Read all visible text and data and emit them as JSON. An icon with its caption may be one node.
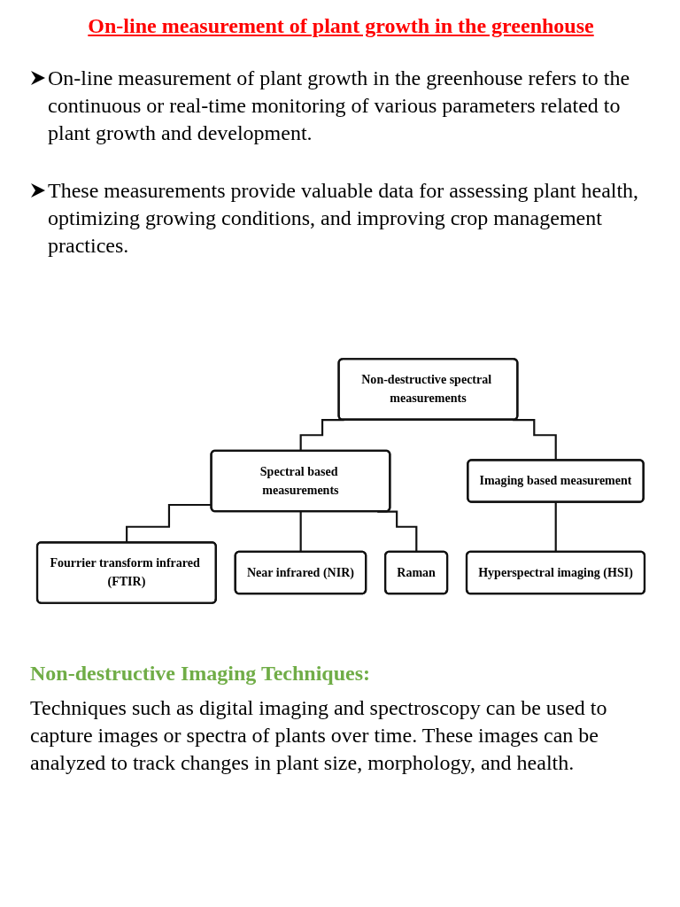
{
  "diagram": {
    "title": "On-line measurement of plant growth in the greenhouse",
    "nodes": [
      {
        "text": [
          "Non-destructive spectral measurements"
        ]
      },
      {
        "text": [
          "Spectral based measurements"
        ]
      },
      {
        "text": [
          "Imaging based measurement"
        ]
      },
      {
        "text": [
          "Fourrier transform infrared (FTIR)"
        ]
      },
      {
        "text": [
          "Near infrared (NIR)"
        ]
      },
      {
        "text": [
          "Raman"
        ]
      },
      {
        "text": [
          "Hyperspectral imaging (HSI)"
        ]
      }
    ],
    "edges": [
      {
        "from": 0,
        "to": 1,
        "arrow": "none"
      },
      {
        "from": 0,
        "to": 2,
        "arrow": "none"
      },
      {
        "from": 1,
        "to": 3,
        "arrow": "none"
      },
      {
        "from": 1,
        "to": 4,
        "arrow": "none"
      },
      {
        "from": 1,
        "to": 5,
        "arrow": "none"
      },
      {
        "from": 2,
        "to": 6,
        "arrow": "none"
      }
    ],
    "labels": [
      "On-line measurement of plant growth in the greenhouse refers to the continuous or real-time monitoring of various parameters related to plant growth and development.",
      "These measurements provide valuable data for assessing plant health, optimizing growing conditions, and improving crop management practices.",
      "Non-destructive Imaging Techniques:",
      "Techniques such as digital imaging and spectroscopy can be used to capture images or spectra of plants over time. These images can be analyzed to track changes in plant size, morphology, and health."
    ]
  }
}
